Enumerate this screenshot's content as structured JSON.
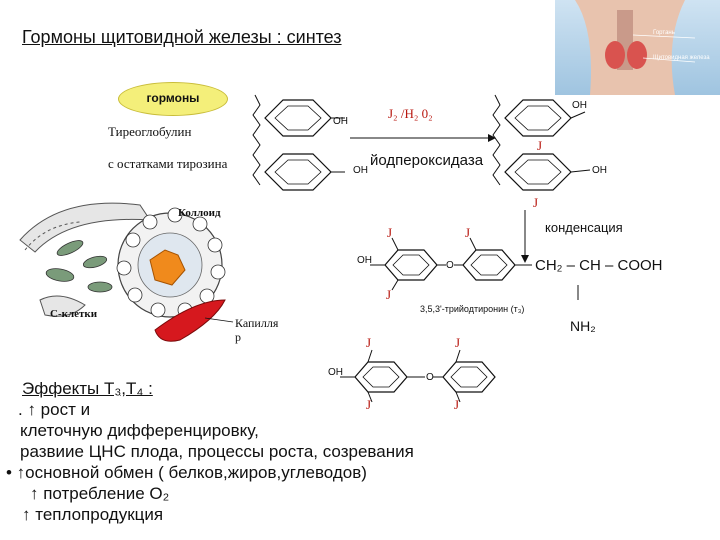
{
  "title": "Гормоны щитовидной железы : синтез",
  "hormone_pill": "гормоны",
  "thyroglobulin": "Тиреоглобулин",
  "tyrosine_residues": "с остатками тирозина",
  "colloid": "Коллоид",
  "c_cells": "С-клетки",
  "capillary_line1": "Капилля",
  "capillary_line2": "р",
  "reagent": "J₂ /H₂ 0₂",
  "enzyme": "йодпероксидаза",
  "condensation": "конденсация",
  "oh": "OH",
  "j": "J",
  "o": "O",
  "ch2_chain": "CH₂ – CH – COOH",
  "nh2": "NH₂",
  "t3_name": "3,5,3'-трийодтиронин (т₃)",
  "thumb_label1": "Гортань",
  "thumb_label2": "Щитовидная железа",
  "effects": {
    "header": "Эффекты Т₃,Т₄ :",
    "line1": ". ↑ рост и",
    "line2": "клеточную дифференцировку,",
    "line3": "развиие ЦНС плода, процессы       роста, созревания",
    "line4": "•  ↑основной обмен  ( белков,жиров,углеводов)",
    "line5": "↑ потребление О₂",
    "line6": "↑ теплопродукция"
  }
}
